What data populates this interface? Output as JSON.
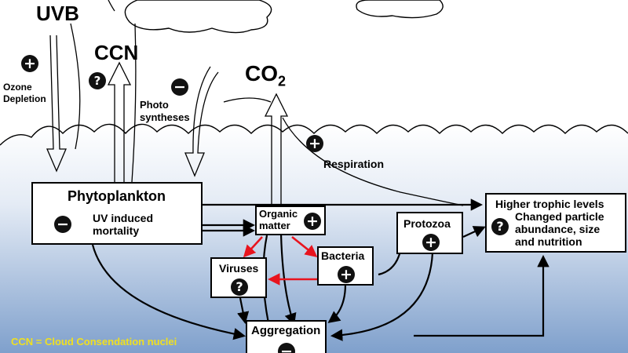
{
  "labels": {
    "uvb": "UVB",
    "ccn": "CCN",
    "co2_main": "CO",
    "co2_sub": "2",
    "ozone_line1": "Ozone",
    "ozone_line2": "Depletion",
    "photo_line1": "Photo",
    "photo_line2": "syntheses",
    "respiration": "Respiration"
  },
  "boxes": {
    "phytoplankton": {
      "title": "Phytoplankton",
      "line1": "UV induced",
      "line2": "mortality"
    },
    "organic": {
      "line1": "Organic",
      "line2": "matter"
    },
    "protozoa": {
      "title": "Protozoa"
    },
    "bacteria": {
      "title": "Bacteria"
    },
    "viruses": {
      "title": "Viruses"
    },
    "aggregation": {
      "title": "Aggregation"
    },
    "higher": {
      "line1": "Higher trophic levels",
      "line2": "Changed particle",
      "line3": "abundance, size",
      "line4": "and nutrition"
    }
  },
  "signs": {
    "ozone": "+",
    "ccn": "?",
    "photo": "−",
    "respiration": "+",
    "phyto": "−",
    "organic": "+",
    "protozoa": "+",
    "bacteria": "+",
    "viruses": "?",
    "higher": "?",
    "aggregation": "−"
  },
  "footnote": "CCN = Cloud Consendation nuclei",
  "colors": {
    "red_arrow": "#e8141e",
    "sea_top": "#ffffff",
    "sea_bottom": "#7fa0cc",
    "footnote": "#f0e020"
  }
}
